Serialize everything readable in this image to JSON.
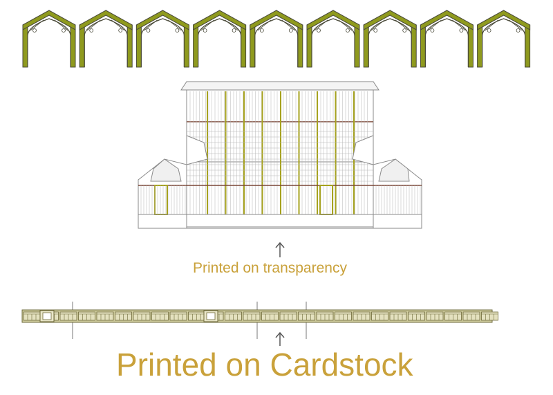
{
  "labels": {
    "transparency": "Printed on transparency",
    "cardstock": "Printed on Cardstock"
  },
  "arrow_glyph": "↑",
  "colors": {
    "label_text": "#c9a13a",
    "arch_fill": "#8f9a1e",
    "arch_outline": "#4a4a3a",
    "strip_fill": "#cfcc9e",
    "strip_dark": "#6e6a3a",
    "glazing_line": "#b5b5b5",
    "glazing_strong": "#a6a21e",
    "roof_band": "#7a4636"
  },
  "arch_count": 9
}
